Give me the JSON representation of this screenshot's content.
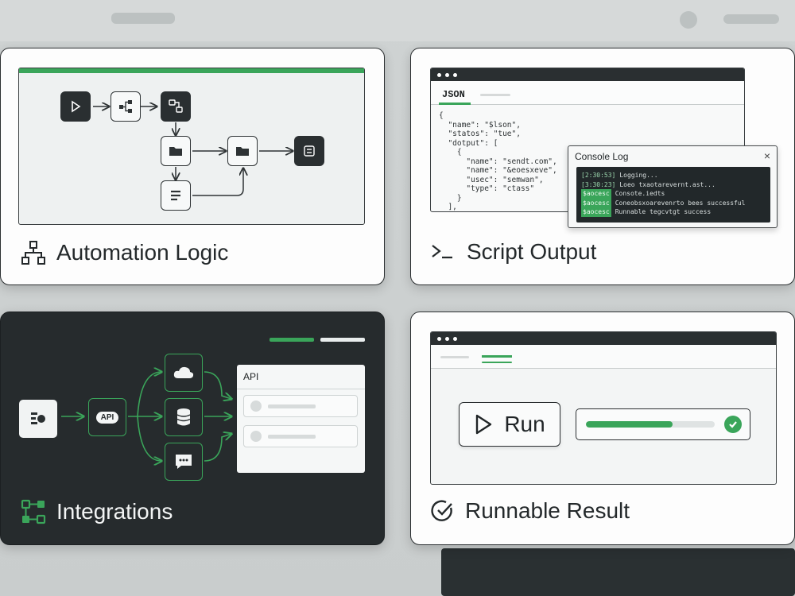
{
  "cards": {
    "automation": {
      "title": "Automation Logic"
    },
    "script": {
      "title": "Script Output",
      "tab": "JSON",
      "code_lines": [
        "{",
        "  \"name\": \"$lson\",",
        "  \"statos\": \"tue\",",
        "  \"dotput\": [",
        "    {",
        "      \"name\": \"sendt.com\",",
        "      \"name\": \"&eoesxeve\",",
        "      \"usec\": \"semwan\",",
        "      \"type\": \"ctass\"",
        "    }",
        "  ],"
      ],
      "console": {
        "title": "Console Log",
        "close": "×",
        "lines": [
          {
            "tag": "[2:30:53]",
            "text": "Logging..."
          },
          {
            "tag": "[3:30:23]",
            "text": "Loeo txaotarevernt.ast..."
          },
          {
            "tag": "$aocesc",
            "text": "Consote.iedts"
          },
          {
            "tag": "$aocesc",
            "text": "Coneobsxoarevenrto bees successful"
          },
          {
            "tag": "$aocesc",
            "text": "Runnable tegcvtgt success"
          }
        ]
      }
    },
    "integrations": {
      "title": "Integrations",
      "api_chip": "API",
      "api_panel_title": "API"
    },
    "result": {
      "title": "Runnable Result",
      "run_label": "Run",
      "progress": 0.67
    }
  },
  "colors": {
    "accent": "#3aa55a",
    "dark": "#262b2d"
  },
  "icons": [
    "hierarchy-icon",
    "terminal-icon",
    "integrations-icon",
    "check-circle-icon",
    "play-icon",
    "cloud-icon",
    "database-icon",
    "chat-icon",
    "folder-icon",
    "document-icon"
  ]
}
